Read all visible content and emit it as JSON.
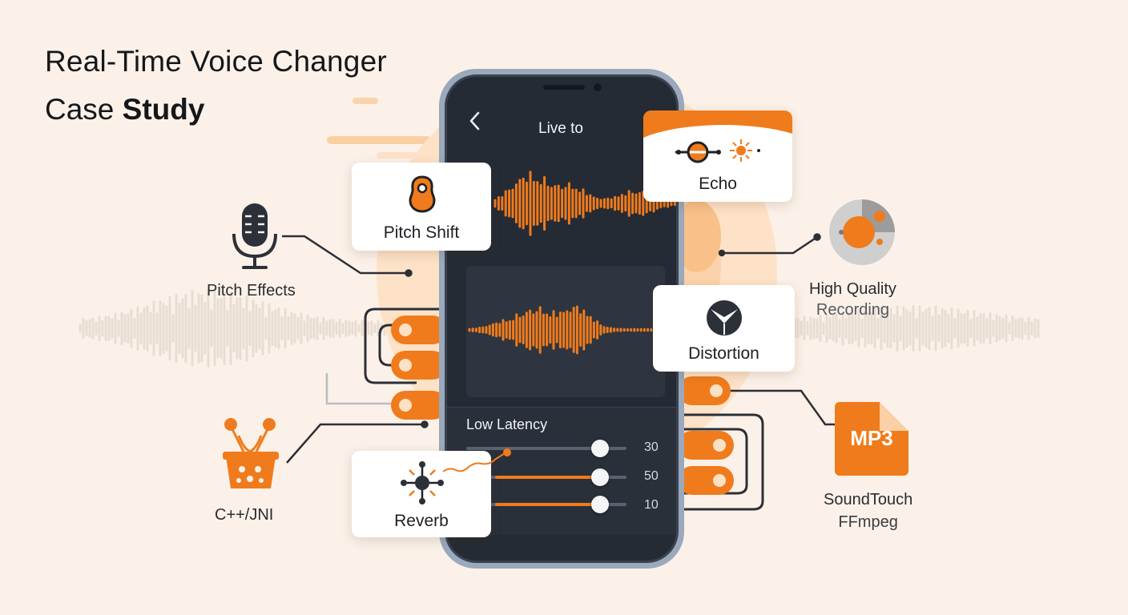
{
  "title": {
    "line1": "Real-Time Voice Changer",
    "line2_prefix": "Case ",
    "line2_bold": "Study"
  },
  "phone": {
    "back_icon": "chevron-left-icon",
    "header_title": "Live to",
    "latency_label": "Low Latency",
    "sliders": [
      {
        "value": "30",
        "level": 0.78
      },
      {
        "value": "50",
        "level": 0.78
      },
      {
        "value": "10",
        "level": 0.78
      }
    ]
  },
  "cards": {
    "pitch_shift": {
      "label": "Pitch Shift",
      "icon": "voice-head-icon"
    },
    "echo": {
      "label": "Echo",
      "icon": "echo-waves-icon"
    },
    "distortion": {
      "label": "Distortion",
      "icon": "distortion-icon"
    },
    "reverb": {
      "label": "Reverb",
      "icon": "reverb-nodes-icon"
    }
  },
  "side": {
    "pitch_effects": {
      "label": "Pitch Effects",
      "icon": "microphone-icon"
    },
    "cpp_jni": {
      "label": "C++/JNI",
      "icon": "robot-basket-icon"
    },
    "high_quality": {
      "line1": "High Quality",
      "line2": "Recording",
      "icon": "vinyl-disc-icon"
    },
    "mp3": {
      "label": "MP3",
      "icon": "mp3-file-icon"
    },
    "libs": {
      "line1": "SoundTouch",
      "line2": "FFmpeg"
    }
  },
  "colors": {
    "accent": "#f07b1c",
    "background": "#fbf1e8",
    "phone_screen": "#252b35"
  }
}
